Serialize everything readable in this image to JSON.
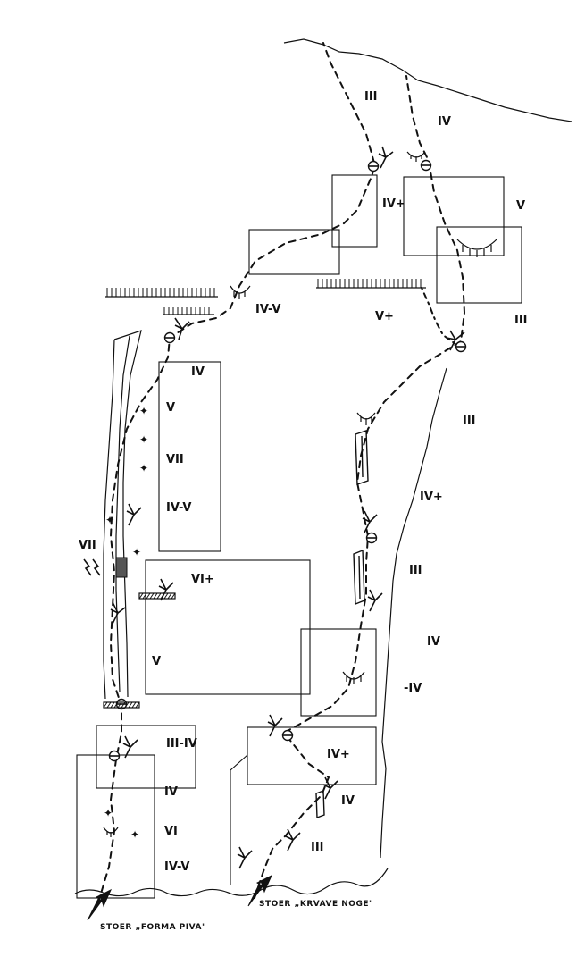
{
  "grades": {
    "g_top_iii": "III",
    "g_top_iv": "IV",
    "g_ivplus_top": "IV+",
    "g_v_top": "V",
    "g_iii_right_top": "III",
    "g_iv_v_mid": "IV-V",
    "g_vplus": "V+",
    "g_iii_right": "III",
    "g_ivplus_right": "IV+",
    "g_iii_right2": "III",
    "g_iv_right": "IV",
    "g_minus_iv": "-IV",
    "g_l_iv": "IV",
    "g_l_v": "V",
    "g_l_vii": "VII",
    "g_l_iv_v": "IV-V",
    "g_vii_left": "VII",
    "g_viplus": "VI+",
    "g_big_v": "V",
    "g_iii_iv_low": "III-IV",
    "g_iv_low": "IV",
    "g_vi_low": "VI",
    "g_iv_v_low": "IV-V",
    "g_ivplus_low": "IV+",
    "g_iv_low_right": "IV",
    "g_iii_low": "III"
  },
  "labels": {
    "start_left": "STOER „FORMA PIVA\"",
    "start_right": "STOER „KRVAVE NOGE\""
  },
  "colors": {
    "ink": "#111111",
    "paper": "#ffffff"
  }
}
